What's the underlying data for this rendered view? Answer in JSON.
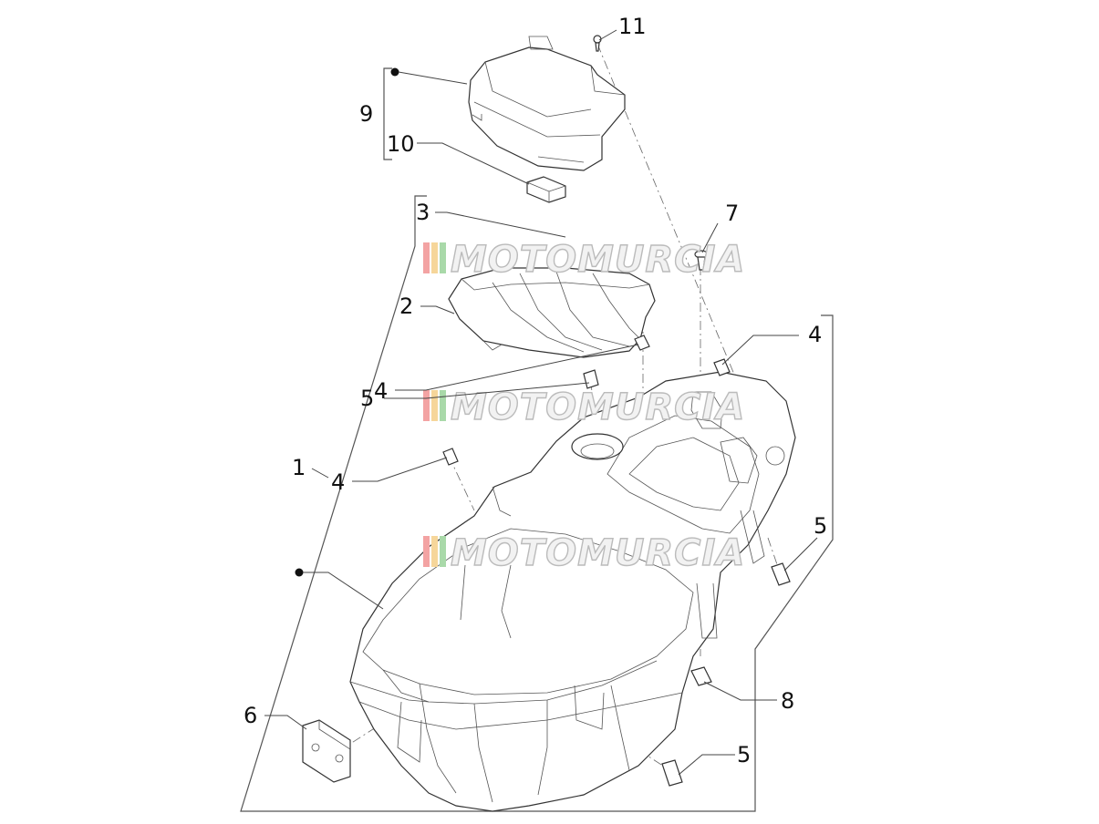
{
  "diagram": {
    "callouts": [
      {
        "id": "c11",
        "label": "11"
      },
      {
        "id": "c9",
        "label": "9"
      },
      {
        "id": "c10",
        "label": "10"
      },
      {
        "id": "c3",
        "label": "3"
      },
      {
        "id": "c7",
        "label": "7"
      },
      {
        "id": "c2",
        "label": "2"
      },
      {
        "id": "c4a",
        "label": "4"
      },
      {
        "id": "c4b",
        "label": "4"
      },
      {
        "id": "c5a",
        "label": "5"
      },
      {
        "id": "c1",
        "label": "1"
      },
      {
        "id": "c4c",
        "label": "4"
      },
      {
        "id": "c5b",
        "label": "5"
      },
      {
        "id": "c8",
        "label": "8"
      },
      {
        "id": "c6",
        "label": "6"
      },
      {
        "id": "c5c",
        "label": "5"
      }
    ],
    "watermark": {
      "text": "MOTOMURCIA",
      "stripe_colors": [
        "#f3a3a3",
        "#f6d69a",
        "#a9d9a9"
      ]
    },
    "colors": {
      "line": "#333333",
      "background": "#ffffff"
    }
  }
}
